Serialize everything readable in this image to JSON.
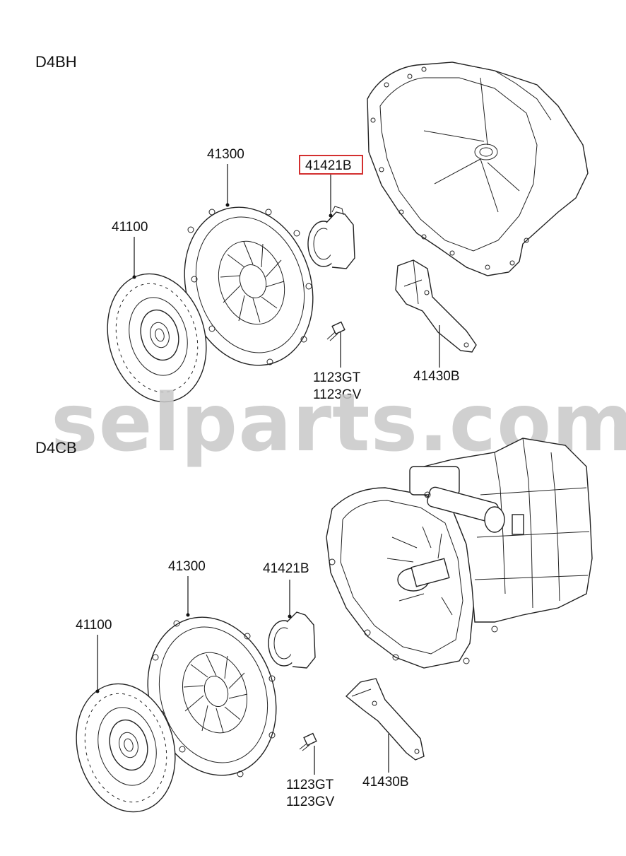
{
  "watermark": "selparts.com",
  "sections": [
    {
      "name": "D4BH",
      "labels": {
        "clutch_disc": "41100",
        "clutch_cover": "41300",
        "release_bearing": "41421B",
        "bolt_1": "1123GT",
        "bolt_2": "1123GV",
        "release_fork": "41430B"
      },
      "highlighted_part": "41421B"
    },
    {
      "name": "D4CB",
      "labels": {
        "clutch_disc": "41100",
        "clutch_cover": "41300",
        "release_bearing": "41421B",
        "bolt_1": "1123GT",
        "bolt_2": "1123GV",
        "release_fork": "41430B"
      }
    }
  ],
  "colors": {
    "highlight": "#d32f2f",
    "watermark": "#c8c8c8",
    "line": "#222222"
  }
}
